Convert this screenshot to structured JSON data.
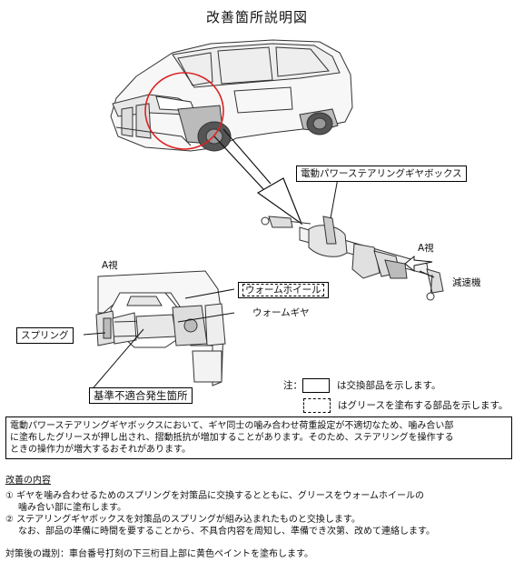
{
  "title": "改善箇所説明図",
  "labels": {
    "gearbox": "電動パワーステアリングギヤボックス",
    "view_a_top": "A視",
    "reducer": "減速機",
    "view_a": "A視",
    "worm_wheel": "ウォームホイール",
    "worm_gear": "ウォームギヤ",
    "spring": "スプリング",
    "defect_location": "基準不適合発生箇所"
  },
  "legend": {
    "prefix": "注：",
    "solid": "は交換部品を示します。",
    "dashed": "はグリースを塗布する部品を示します。"
  },
  "description": [
    "電動パワーステアリングギヤボックスにおいて、ギヤ同士の噛み合わせ荷重設定が不適切なため、噛み合い部",
    "に塗布したグリースが押し出され、摺動抵抗が増加することがあります。そのため、ステアリングを操作する",
    "ときの操作力が増大するおそれがあります。"
  ],
  "content": {
    "heading": "改善の内容",
    "items": [
      {
        "line": "① ギヤを噛み合わせるためのスプリングを対策品に交換するとともに、グリースをウォームホイールの",
        "sub": "噛み合い部に塗布します。"
      },
      {
        "line": "② ステアリングギヤボックスを対策品のスプリングが組み込まれたものと交換します。",
        "sub": "なお、部品の準備に時間を要することから、不具合内容を周知し、準備でき次第、改めて連絡します。"
      }
    ],
    "footer": "対策後の識別：車台番号打刻の下三桁目上部に黄色ペイントを塗布します。"
  }
}
